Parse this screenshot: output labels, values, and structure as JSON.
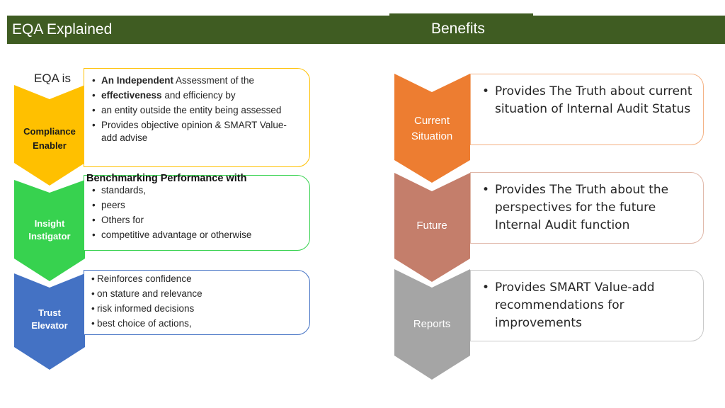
{
  "header": {
    "left_title": "EQA Explained",
    "right_title": "Benefits"
  },
  "eqa_is_label": "EQA is",
  "colors": {
    "header_green": "#3f5c22",
    "compliance_yellow": "#ffc000",
    "insight_green": "#37d24f",
    "trust_blue": "#4472c4",
    "current_orange": "#ed7d31",
    "future_rose": "#c47e6b",
    "reports_gray": "#a5a5a5"
  },
  "left_sections": [
    {
      "chevron_label_line1": "Compliance",
      "chevron_label_line2": "Enabler",
      "items": [
        {
          "bold": "An Independent",
          "text": " Assessment of  the"
        },
        {
          "bold": "effectiveness",
          "text": " and efficiency by"
        },
        {
          "bold": "",
          "text": "an entity outside the entity being assessed"
        },
        {
          "bold": "",
          "text": "Provides objective opinion & SMART Value-add advise"
        }
      ]
    },
    {
      "chevron_label_line1": "Insight",
      "chevron_label_line2": "Instigator",
      "title": "Benchmarking Performance with",
      "items": [
        {
          "text": "standards,"
        },
        {
          "text": "peers"
        },
        {
          "text": "Others for"
        },
        {
          "text": "competitive advantage or otherwise"
        }
      ]
    },
    {
      "chevron_label_line1": "Trust",
      "chevron_label_line2": "Elevator",
      "items": [
        {
          "text": "Reinforces  confidence"
        },
        {
          "text": "on stature and relevance"
        },
        {
          "text": " risk informed decisions"
        },
        {
          "text": "best choice of actions,"
        }
      ]
    }
  ],
  "right_sections": [
    {
      "chevron_label_line1": "Current",
      "chevron_label_line2": "Situation",
      "text": "Provides The Truth about current situation  of Internal Audit Status"
    },
    {
      "chevron_label_line1": "Future",
      "text": "Provides The Truth about the perspectives for the future Internal Audit function"
    },
    {
      "chevron_label_line1": "Reports",
      "text": "Provides SMART Value-add recommendations for improvements"
    }
  ]
}
